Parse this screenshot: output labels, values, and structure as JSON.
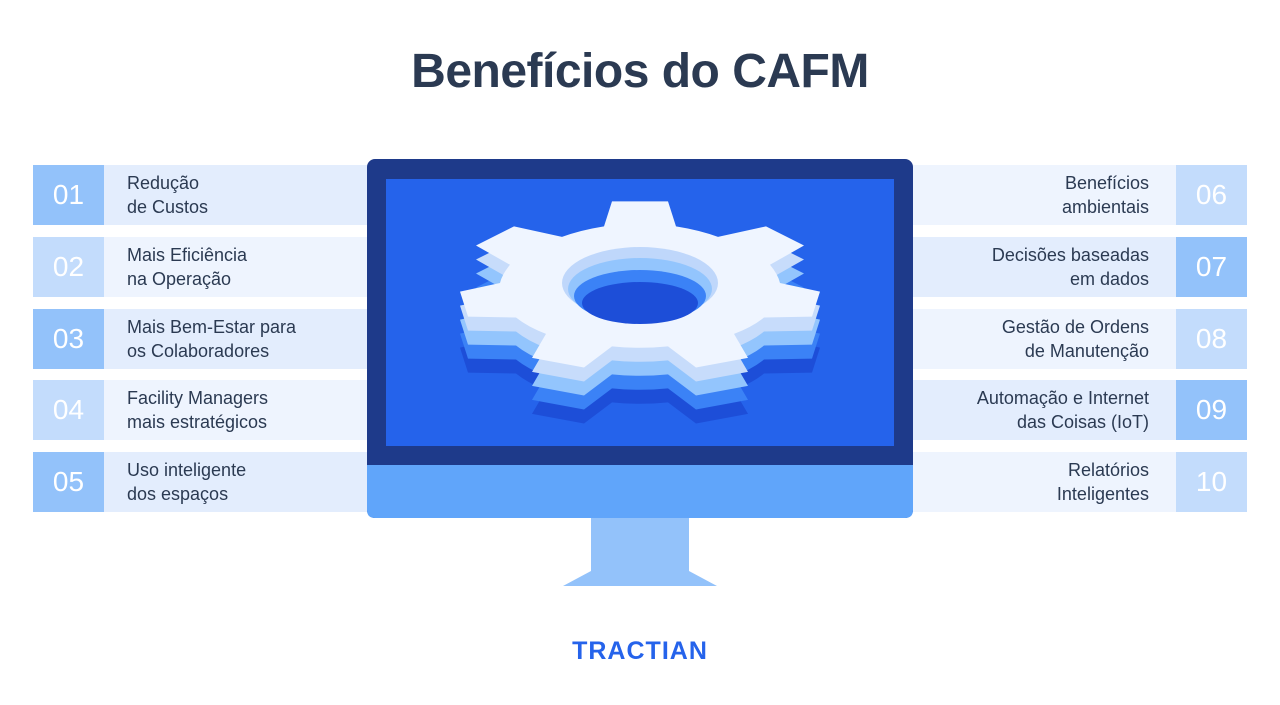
{
  "title": "Benefícios do CAFM",
  "left_items": [
    {
      "number": "01",
      "line1": "Redução",
      "line2": "de Custos",
      "row_bg": "#e3edfd",
      "num_bg": "#93c2fa"
    },
    {
      "number": "02",
      "line1": "Mais Eficiência",
      "line2": "na Operação",
      "row_bg": "#eef4fe",
      "num_bg": "#c3dcfc"
    },
    {
      "number": "03",
      "line1": "Mais Bem-Estar para",
      "line2": "os Colaboradores",
      "row_bg": "#e3edfd",
      "num_bg": "#93c2fa"
    },
    {
      "number": "04",
      "line1": "Facility Managers",
      "line2": "mais estratégicos",
      "row_bg": "#eef4fe",
      "num_bg": "#c3dcfc"
    },
    {
      "number": "05",
      "line1": "Uso inteligente",
      "line2": "dos espaços",
      "row_bg": "#e3edfd",
      "num_bg": "#93c2fa"
    }
  ],
  "right_items": [
    {
      "number": "06",
      "line1": "Benefícios",
      "line2": "ambientais",
      "row_bg": "#eef4fe",
      "num_bg": "#c3dcfc"
    },
    {
      "number": "07",
      "line1": "Decisões baseadas",
      "line2": "em dados",
      "row_bg": "#e3edfd",
      "num_bg": "#93c2fa"
    },
    {
      "number": "08",
      "line1": "Gestão de Ordens",
      "line2": "de Manutenção",
      "row_bg": "#eef4fe",
      "num_bg": "#c3dcfc"
    },
    {
      "number": "09",
      "line1": "Automação e Internet",
      "line2": "das Coisas (IoT)",
      "row_bg": "#e3edfd",
      "num_bg": "#93c2fa"
    },
    {
      "number": "10",
      "line1": "Relatórios",
      "line2": "Inteligentes",
      "row_bg": "#eef4fe",
      "num_bg": "#c3dcfc"
    }
  ],
  "logo": "TRACTIAN",
  "colors": {
    "title": "#2b3a52",
    "monitor_frame": "#1e3a8a",
    "screen": "#2563eb",
    "monitor_chin": "#60a5fa",
    "logo": "#2563eb"
  }
}
